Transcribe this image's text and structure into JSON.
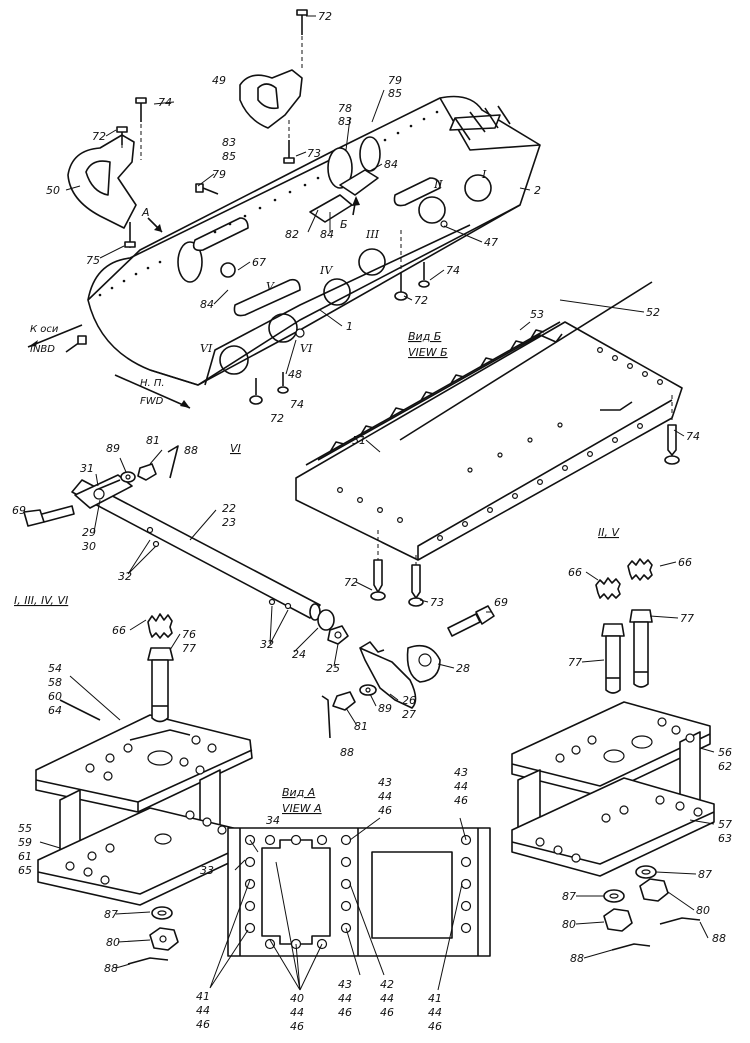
{
  "figure": {
    "callouts": [
      {
        "id": "c72a",
        "text": "72"
      },
      {
        "id": "c49",
        "text": "49"
      },
      {
        "id": "c74a",
        "text": "74"
      },
      {
        "id": "c72b",
        "text": "72"
      },
      {
        "id": "c50",
        "text": "50"
      },
      {
        "id": "c75",
        "text": "75"
      },
      {
        "id": "c79a",
        "text": "79"
      },
      {
        "id": "c85a",
        "text": "85"
      },
      {
        "id": "c78",
        "text": "78"
      },
      {
        "id": "c83a",
        "text": "83"
      },
      {
        "id": "c83b",
        "text": "83"
      },
      {
        "id": "c85b",
        "text": "85"
      },
      {
        "id": "c79b",
        "text": "79"
      },
      {
        "id": "c73a",
        "text": "73"
      },
      {
        "id": "c84a",
        "text": "84"
      },
      {
        "id": "c2",
        "text": "2"
      },
      {
        "id": "c82",
        "text": "82"
      },
      {
        "id": "c84b",
        "text": "84"
      },
      {
        "id": "c47",
        "text": "47"
      },
      {
        "id": "c67",
        "text": "67"
      },
      {
        "id": "c74b",
        "text": "74"
      },
      {
        "id": "c72c",
        "text": "72"
      },
      {
        "id": "c84c",
        "text": "84"
      },
      {
        "id": "c1",
        "text": "1"
      },
      {
        "id": "c48",
        "text": "48"
      },
      {
        "id": "c72d",
        "text": "72"
      },
      {
        "id": "c74c",
        "text": "74"
      },
      {
        "id": "c52",
        "text": "52"
      },
      {
        "id": "c53",
        "text": "53"
      },
      {
        "id": "c51",
        "text": "51"
      },
      {
        "id": "c74d",
        "text": "74"
      },
      {
        "id": "c72e",
        "text": "72"
      },
      {
        "id": "c73b",
        "text": "73"
      },
      {
        "id": "c89a",
        "text": "89"
      },
      {
        "id": "c81a",
        "text": "81"
      },
      {
        "id": "c88a",
        "text": "88"
      },
      {
        "id": "c31",
        "text": "31"
      },
      {
        "id": "c69a",
        "text": "69"
      },
      {
        "id": "c29",
        "text": "29"
      },
      {
        "id": "c30",
        "text": "30"
      },
      {
        "id": "c22",
        "text": "22"
      },
      {
        "id": "c23",
        "text": "23"
      },
      {
        "id": "c32a",
        "text": "32"
      },
      {
        "id": "c32b",
        "text": "32"
      },
      {
        "id": "c24",
        "text": "24"
      },
      {
        "id": "c25",
        "text": "25"
      },
      {
        "id": "c69b",
        "text": "69"
      },
      {
        "id": "c28",
        "text": "28"
      },
      {
        "id": "c26",
        "text": "26"
      },
      {
        "id": "c27",
        "text": "27"
      },
      {
        "id": "c89b",
        "text": "89"
      },
      {
        "id": "c81b",
        "text": "81"
      },
      {
        "id": "c88b",
        "text": "88"
      },
      {
        "id": "c66a",
        "text": "66"
      },
      {
        "id": "c76",
        "text": "76"
      },
      {
        "id": "c77a",
        "text": "77"
      },
      {
        "id": "c54",
        "text": "54"
      },
      {
        "id": "c58",
        "text": "58"
      },
      {
        "id": "c60",
        "text": "60"
      },
      {
        "id": "c64",
        "text": "64"
      },
      {
        "id": "c55",
        "text": "55"
      },
      {
        "id": "c59",
        "text": "59"
      },
      {
        "id": "c61",
        "text": "61"
      },
      {
        "id": "c65",
        "text": "65"
      },
      {
        "id": "c87a",
        "text": "87"
      },
      {
        "id": "c80a",
        "text": "80"
      },
      {
        "id": "c88c",
        "text": "88"
      },
      {
        "id": "c66b",
        "text": "66"
      },
      {
        "id": "c66c",
        "text": "66"
      },
      {
        "id": "c77b",
        "text": "77"
      },
      {
        "id": "c77c",
        "text": "77"
      },
      {
        "id": "c56",
        "text": "56"
      },
      {
        "id": "c62",
        "text": "62"
      },
      {
        "id": "c57",
        "text": "57"
      },
      {
        "id": "c63",
        "text": "63"
      },
      {
        "id": "c87b",
        "text": "87"
      },
      {
        "id": "c87c",
        "text": "87"
      },
      {
        "id": "c80b",
        "text": "80"
      },
      {
        "id": "c80c",
        "text": "80"
      },
      {
        "id": "c88d",
        "text": "88"
      },
      {
        "id": "c88e",
        "text": "88"
      },
      {
        "id": "c34",
        "text": "34"
      },
      {
        "id": "c33",
        "text": "33"
      },
      {
        "id": "c43a",
        "text": "43"
      },
      {
        "id": "c44a",
        "text": "44"
      },
      {
        "id": "c46a",
        "text": "46"
      },
      {
        "id": "c43b",
        "text": "43"
      },
      {
        "id": "c44b",
        "text": "44"
      },
      {
        "id": "c46b",
        "text": "46"
      },
      {
        "id": "c41a",
        "text": "41"
      },
      {
        "id": "c44c",
        "text": "44"
      },
      {
        "id": "c46c",
        "text": "46"
      },
      {
        "id": "c40",
        "text": "40"
      },
      {
        "id": "c44d",
        "text": "44"
      },
      {
        "id": "c46d",
        "text": "46"
      },
      {
        "id": "c43c",
        "text": "43"
      },
      {
        "id": "c44e",
        "text": "44"
      },
      {
        "id": "c46e",
        "text": "46"
      },
      {
        "id": "c42",
        "text": "42"
      },
      {
        "id": "c44f",
        "text": "44"
      },
      {
        "id": "c46f",
        "text": "46"
      },
      {
        "id": "c41b",
        "text": "41"
      },
      {
        "id": "c44g",
        "text": "44"
      },
      {
        "id": "c46g",
        "text": "46"
      }
    ],
    "roman_labels": [
      {
        "id": "rI",
        "text": "I"
      },
      {
        "id": "rII",
        "text": "II"
      },
      {
        "id": "rIII",
        "text": "III"
      },
      {
        "id": "rIV",
        "text": "IV"
      },
      {
        "id": "rV",
        "text": "V"
      },
      {
        "id": "rVIa",
        "text": "VI"
      },
      {
        "id": "rVIb",
        "text": "VI"
      }
    ],
    "captions": {
      "arrow_a": "A",
      "arrow_b": "Б",
      "inbd_ru": "К оси",
      "inbd_en": "INBD",
      "fwd_ru": "Н. П.",
      "fwd_en": "FWD",
      "view_b_ru": "Вид Б",
      "view_b_en": "VIEW Б",
      "view_a_ru": "Вид А",
      "view_a_en": "VIEW A",
      "detail_vi": "VI",
      "detail_iiv": "II, V",
      "detail_i_iii_iv_vi": "I, III, IV, VI"
    }
  }
}
